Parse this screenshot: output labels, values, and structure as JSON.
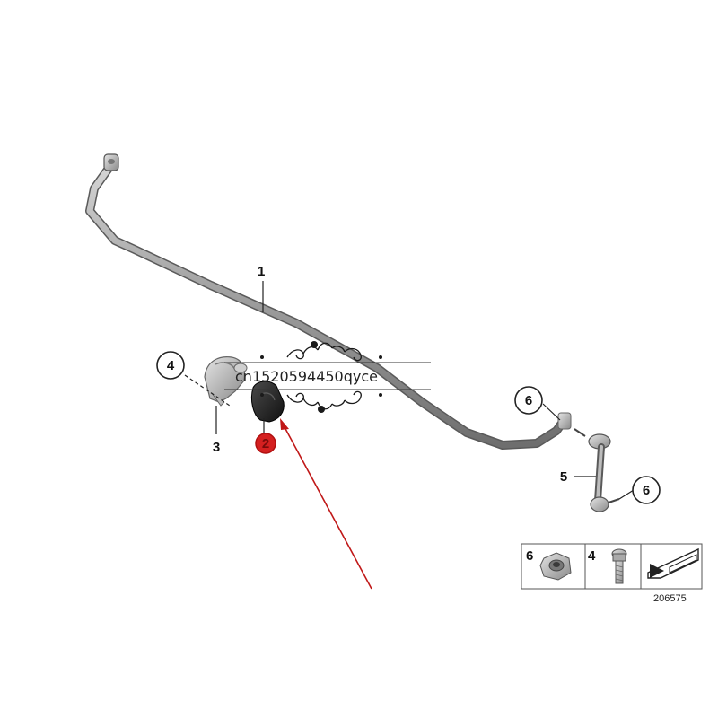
{
  "diagram": {
    "figure_number": "206575",
    "watermark": "cn1520594450qyce",
    "callouts": {
      "stabilizer_bar": "1",
      "rubber_mounting": "2",
      "bracket": "3",
      "bracket_bolt": "4",
      "link_rod": "5",
      "link_nut_upper": "6",
      "link_nut_lower": "6"
    },
    "legend": {
      "nut": "6",
      "bolt": "4"
    },
    "colors": {
      "highlight": "#d42020",
      "arrow": "#c01818",
      "metal": "#a8a8a8",
      "rubber": "#2a2a2a"
    }
  }
}
